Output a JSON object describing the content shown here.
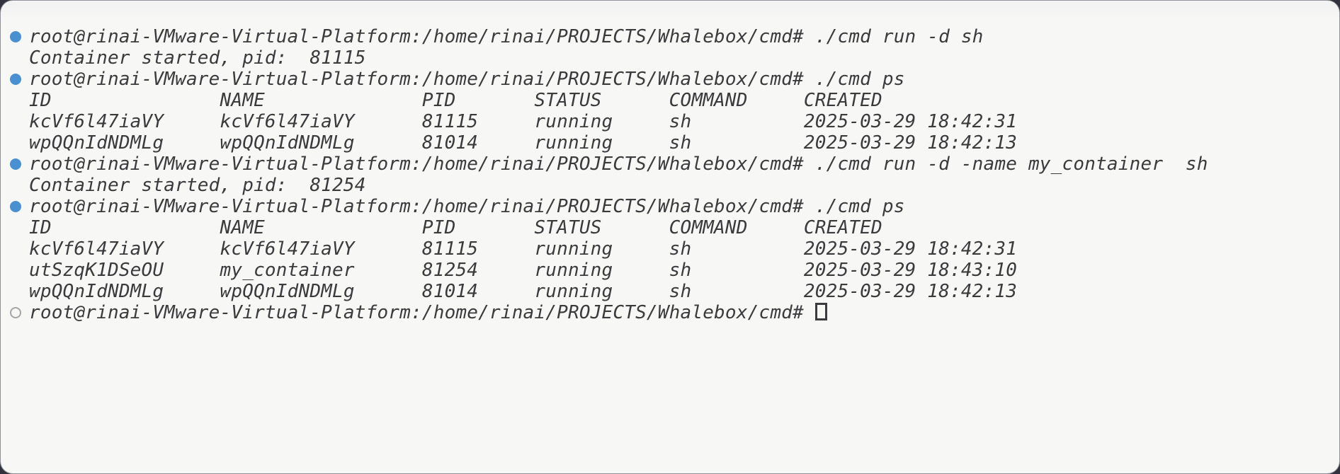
{
  "colors": {
    "outer_background": "#31323d",
    "window_background": "#f7f7f6",
    "text": "#3b3b3e",
    "prompt_marker_blue": "#4a8fd0",
    "prompt_marker_inactive": "#a5a5a8",
    "cursor_outline": "#3b3b3e"
  },
  "terminal": {
    "prompt_prefix": "root@rinai-VMware-Virtual-Platform:/home/rinai/PROJECTS/Whalebox/cmd#",
    "ps_columns": [
      "ID",
      "NAME",
      "PID",
      "STATUS",
      "COMMAND",
      "CREATED"
    ],
    "col_offsets": [
      0,
      17,
      35,
      45,
      57,
      69
    ],
    "events": [
      {
        "kind": "command",
        "cmd": "./cmd run -d sh"
      },
      {
        "kind": "output",
        "text": "Container started, pid:  81115"
      },
      {
        "kind": "command",
        "cmd": "./cmd ps"
      },
      {
        "kind": "table",
        "rows": [
          [
            "kcVf6l47iaVY",
            "kcVf6l47iaVY",
            "81115",
            "running",
            "sh",
            "2025-03-29 18:42:31"
          ],
          [
            "wpQQnIdNDMLg",
            "wpQQnIdNDMLg",
            "81014",
            "running",
            "sh",
            "2025-03-29 18:42:13"
          ]
        ]
      },
      {
        "kind": "command",
        "cmd": "./cmd run -d -name my_container  sh"
      },
      {
        "kind": "output",
        "text": "Container started, pid:  81254"
      },
      {
        "kind": "command",
        "cmd": "./cmd ps"
      },
      {
        "kind": "table",
        "rows": [
          [
            "kcVf6l47iaVY",
            "kcVf6l47iaVY",
            "81115",
            "running",
            "sh",
            "2025-03-29 18:42:31"
          ],
          [
            "utSzqK1DSeOU",
            "my_container",
            "81254",
            "running",
            "sh",
            "2025-03-29 18:43:10"
          ],
          [
            "wpQQnIdNDMLg",
            "wpQQnIdNDMLg",
            "81014",
            "running",
            "sh",
            "2025-03-29 18:42:13"
          ]
        ]
      },
      {
        "kind": "active-prompt"
      }
    ]
  }
}
